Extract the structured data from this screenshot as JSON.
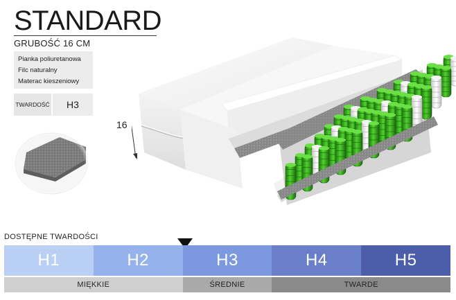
{
  "product": {
    "name": "STANDARD",
    "thickness": "GRUBOŚĆ  16 CM",
    "layers": [
      "Pianka poliuretanowa",
      "Filc naturalny",
      "Materac kieszeniowy"
    ],
    "hardness_label": "TWARDOŚĆ",
    "hardness_value": "H3"
  },
  "image": {
    "height_label": "16"
  },
  "hardness_scale": {
    "title": "DOSTĘPNE TWARDOŚCI",
    "selected": "H3",
    "levels": [
      {
        "label": "H1",
        "color": "#b9cff3"
      },
      {
        "label": "H2",
        "color": "#96b2ec"
      },
      {
        "label": "H3",
        "color": "#7c99df"
      },
      {
        "label": "H4",
        "color": "#6a7fc9"
      },
      {
        "label": "H5",
        "color": "#4c5ea9"
      }
    ],
    "groups": [
      {
        "label": "MIĘKKIE",
        "color": "#cfcfcf"
      },
      {
        "label": "ŚREDNIE",
        "color": "#a9a9a9"
      },
      {
        "label": "TWARDE",
        "color": "#8a8a8a"
      }
    ]
  }
}
